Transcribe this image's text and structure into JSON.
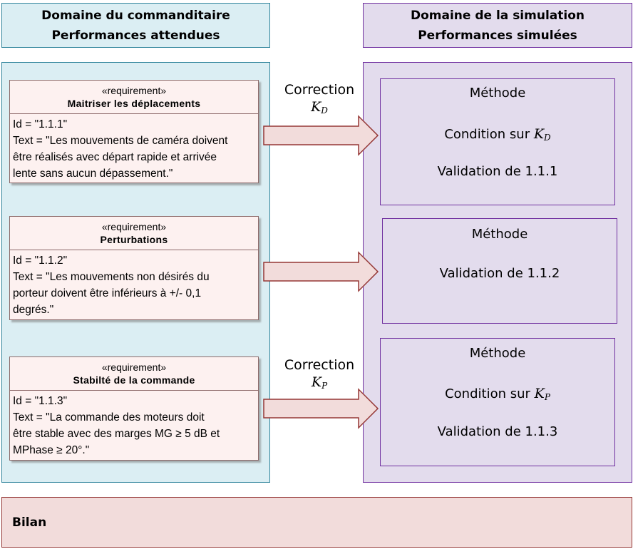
{
  "headers": {
    "left": {
      "line1": "Domaine du commanditaire",
      "line2": "Performances attendues"
    },
    "right": {
      "line1": "Domaine de la simulation",
      "line2": "Performances simulées"
    }
  },
  "requirements": [
    {
      "stereotype": "«requirement»",
      "name": "Maitriser les déplacements",
      "id": "Id = \"1.1.1\"",
      "text_lines": [
        "Text = \"Les mouvements de caméra doivent",
        "être réalisés avec départ rapide et arrivée",
        "lente sans aucun dépassement.\""
      ]
    },
    {
      "stereotype": "«requirement»",
      "name": "Perturbations",
      "id": "Id = \"1.1.2\"",
      "text_lines": [
        "Text = \"Les mouvements non désirés du",
        "porteur doivent être inférieurs à +/- 0,1",
        "degrés.\""
      ]
    },
    {
      "stereotype": "«requirement»",
      "name": "Stabilté de la commande",
      "id": "Id = \"1.1.3\"",
      "text_lines": [
        "Text = \"La commande des moteurs doit",
        "être stable avec des marges MG ≥ 5 dB et",
        "MPhase ≥ 20°.\""
      ]
    }
  ],
  "corrections": [
    {
      "label": "Correction",
      "var": "K",
      "sub": "D"
    },
    {
      "label": "Correction",
      "var": "K",
      "sub": "P"
    }
  ],
  "methods": [
    {
      "title": "Méthode",
      "condition_prefix": "Condition sur ",
      "var": "K",
      "sub": "D",
      "validation": "Validation de 1.1.1"
    },
    {
      "title": "Méthode",
      "validation": "Validation de 1.1.2"
    },
    {
      "title": "Méthode",
      "condition_prefix": "Condition sur ",
      "var": "K",
      "sub": "P",
      "validation": "Validation de 1.1.3"
    }
  ],
  "bilan": "Bilan",
  "colors": {
    "customer_fill": "#dbeef3",
    "customer_border": "#31859c",
    "simulation_fill": "#e3dced",
    "simulation_border": "#7030a0",
    "requirement_fill": "#fdf1f0",
    "arrow_fill": "#f2dcdb",
    "arrow_border": "#953735",
    "bilan_fill": "#f2dcdb"
  }
}
